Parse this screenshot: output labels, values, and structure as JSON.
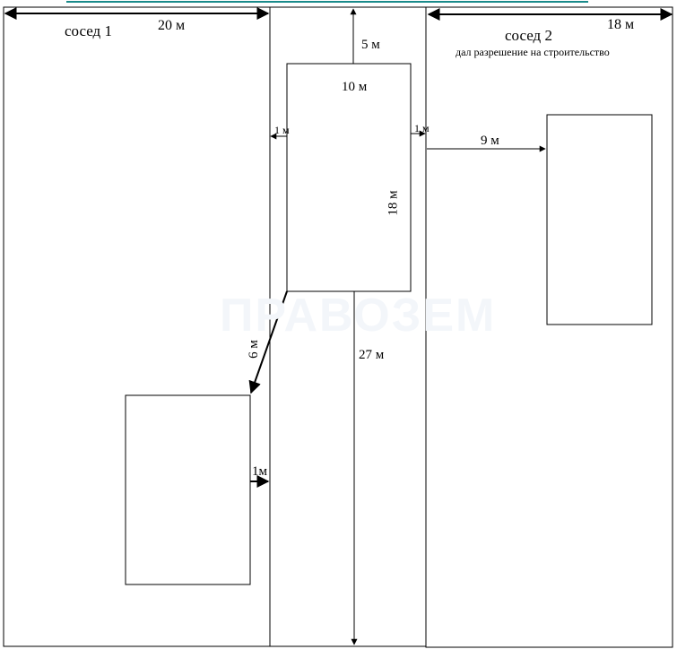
{
  "neighbor1": {
    "title": "сосед 1",
    "width_label": "20 м"
  },
  "neighbor2": {
    "title": "сосед 2",
    "note": "дал разрешение на строительство",
    "width_label": "18 м"
  },
  "center_plot": {
    "top_offset_label": "5 м",
    "house_width_label": "10 м",
    "house_length_label": "18 м",
    "left_gap_label": "1 м",
    "right_gap_label": "1 м",
    "bottom_length_label": "27 м"
  },
  "neighbor1_building": {
    "diagonal_label": "6 м",
    "gap_label": "1м"
  },
  "neighbor2_building": {
    "distance_label": "9 м"
  },
  "watermark": {
    "text": "ПРАВОЗЕМ"
  },
  "colors": {
    "top_strip": "#1a8a8a",
    "line": "#000000"
  }
}
